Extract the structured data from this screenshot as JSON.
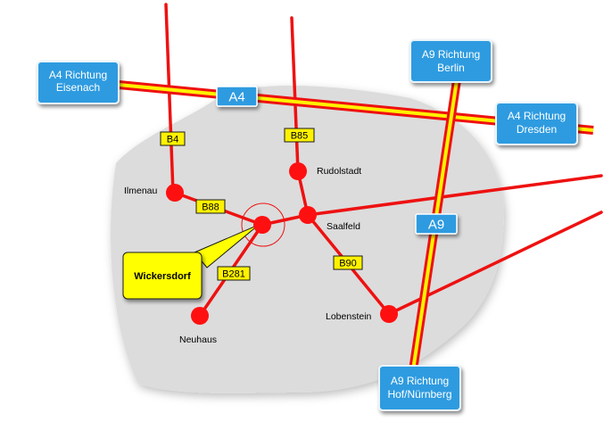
{
  "autobahn": {
    "a4": "A4",
    "a9": "A9"
  },
  "direction_signs": {
    "eisenach": [
      "A4 Richtung",
      "Eisenach"
    ],
    "berlin": [
      "A9 Richtung",
      "Berlin"
    ],
    "dresden": [
      "A4 Richtung",
      "Dresden"
    ],
    "hof": [
      "A9 Richtung",
      "Hof/Nürnberg"
    ]
  },
  "bundesstrassen": {
    "b4": "B4",
    "b85": "B85",
    "b88": "B88",
    "b90": "B90",
    "b281": "B281"
  },
  "towns": {
    "ilmenau": "Ilmenau",
    "rudolstadt": "Rudolstadt",
    "saalfeld": "Saalfeld",
    "neuhaus": "Neuhaus",
    "lobenstein": "Lobenstein"
  },
  "highlight": {
    "label": "Wickersdorf"
  },
  "colors": {
    "region": "#dcdcdc",
    "road_red": "#ee1111",
    "autobahn_yellow": "#fff200",
    "sign_blue": "#2e9be0",
    "callout_yellow": "#ffff00"
  }
}
